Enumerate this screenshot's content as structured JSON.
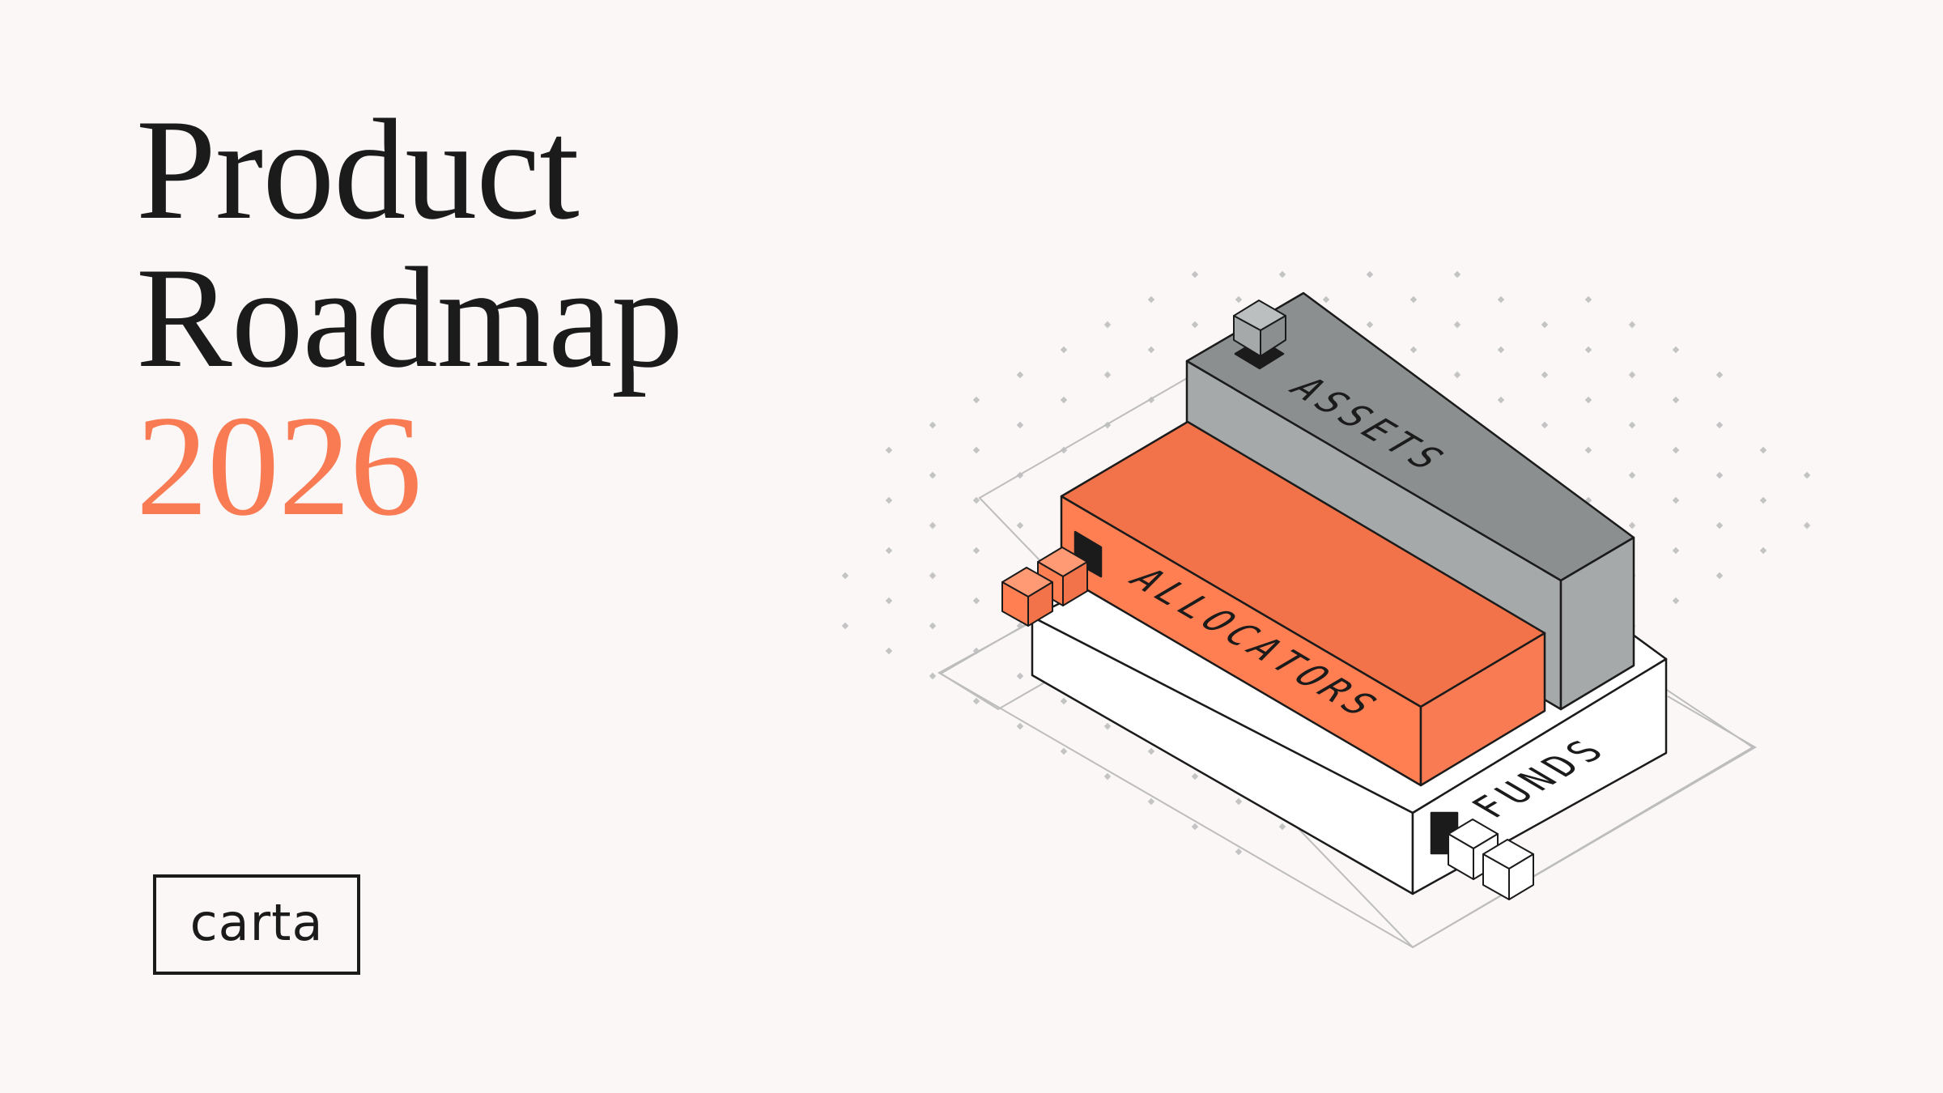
{
  "title": {
    "line1": "Product",
    "line2": "Roadmap",
    "year": "2026"
  },
  "logo": {
    "text": "carta"
  },
  "illustration": {
    "blocks": {
      "assets": "ASSETS",
      "allocators": "ALLOCATORS",
      "funds": "FUNDS"
    },
    "colors": {
      "assets": "#a6a9a9",
      "allocators": "#ff7f53",
      "funds": "#ffffff",
      "accent": "#f97b53"
    }
  }
}
